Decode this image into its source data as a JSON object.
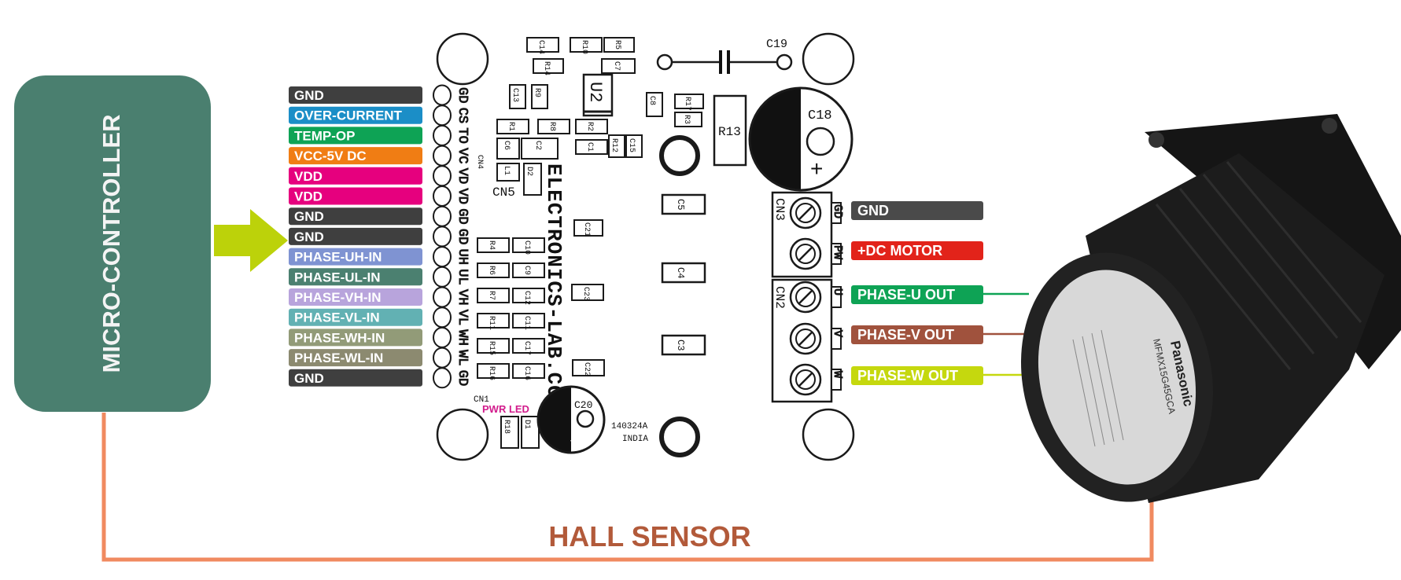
{
  "controller": {
    "label": "MICRO-CONTROLLER",
    "color": "#4a7f6f"
  },
  "arrow_color": "#bcd20a",
  "hall_sensor": {
    "label": "HALL SENSOR",
    "color": "#f08a60",
    "text_color": "#b25a3a"
  },
  "left_pins": [
    {
      "label": "GND",
      "color": "#3f3f3f",
      "pcb": "GD"
    },
    {
      "label": "OVER-CURRENT",
      "color": "#1b8ec7",
      "pcb": "CS"
    },
    {
      "label": "TEMP-OP",
      "color": "#0ea355",
      "pcb": "TO"
    },
    {
      "label": "VCC-5V DC",
      "color": "#f07d14",
      "pcb": "VC"
    },
    {
      "label": "VDD",
      "color": "#e6007e",
      "pcb": "VD"
    },
    {
      "label": "VDD",
      "color": "#e6007e",
      "pcb": "VD"
    },
    {
      "label": "GND",
      "color": "#3f3f3f",
      "pcb": "GD"
    },
    {
      "label": "GND",
      "color": "#3f3f3f",
      "pcb": "GD"
    },
    {
      "label": "PHASE-UH-IN",
      "color": "#7f93d2",
      "pcb": "UH"
    },
    {
      "label": "PHASE-UL-IN",
      "color": "#4b8070",
      "pcb": "UL"
    },
    {
      "label": "PHASE-VH-IN",
      "color": "#b8a4dc",
      "pcb": "VH"
    },
    {
      "label": "PHASE-VL-IN",
      "color": "#62b1b3",
      "pcb": "VL"
    },
    {
      "label": "PHASE-WH-IN",
      "color": "#929b78",
      "pcb": "WH"
    },
    {
      "label": "PHASE-WL-IN",
      "color": "#8c8a70",
      "pcb": "WL"
    },
    {
      "label": "GND",
      "color": "#3f3f3f",
      "pcb": "GD"
    }
  ],
  "right_pins": [
    {
      "label": "GND",
      "color": "#4a4a4a",
      "pcb": "GD",
      "wire": ""
    },
    {
      "label": "+DC MOTOR",
      "color": "#e2231a",
      "pcb": "PW",
      "wire": ""
    },
    {
      "label": "PHASE-U OUT",
      "color": "#0ea355",
      "pcb": "U",
      "wire": "#0ea355"
    },
    {
      "label": "PHASE-V OUT",
      "color": "#a0523d",
      "pcb": "V",
      "wire": "#a0523d"
    },
    {
      "label": "PHASE-W OUT",
      "color": "#c5d80e",
      "pcb": "W",
      "wire": "#c5d80e"
    }
  ],
  "pcb": {
    "website": "ELECTRONICS-LAB.COM",
    "code": "140324A",
    "country": "INDIA",
    "pwr_led": "PWR LED",
    "connectors": {
      "cn1": "CN1",
      "cn4": "CN4",
      "cn5": "CN5",
      "cn2": "CN2",
      "cn3": "CN3"
    },
    "ic_label": "U2",
    "big_cap": "C18",
    "small_cap": "C20",
    "top_cap": "C19",
    "resistor_big": "R13",
    "caps_mid": [
      "C5",
      "C4",
      "C3"
    ],
    "small_parts": [
      "C14",
      "R10",
      "R5",
      "R14",
      "C7",
      "C13",
      "R9",
      "C8",
      "R17",
      "R3",
      "R1",
      "R8",
      "R2",
      "C6",
      "C2",
      "C1",
      "R12",
      "C15",
      "L1",
      "D2",
      "C21",
      "R4",
      "C10",
      "R6",
      "C9",
      "C23",
      "R7",
      "C12",
      "R11",
      "C11",
      "R15",
      "C17",
      "R16",
      "C16",
      "C22",
      "R18",
      "D1"
    ]
  },
  "motor": {
    "brand": "Panasonic",
    "model": "MFMX15G45GCA",
    "body_color": "#1c1c1c",
    "label_color": "#dcdcdc"
  }
}
